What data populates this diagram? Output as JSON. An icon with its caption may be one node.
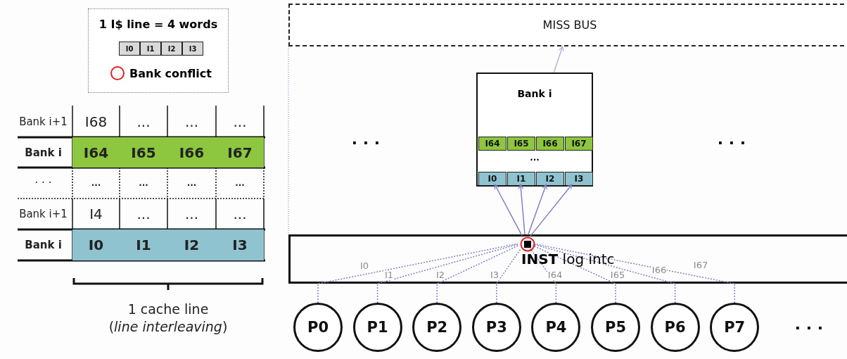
{
  "diagram": {
    "nodes": [
      {
        "text": [
          "1 I$ line = 4 words",
          "Bank conflict"
        ]
      },
      {
        "text": [
          "I0"
        ],
        "in": 0
      },
      {
        "text": [
          "I1"
        ],
        "in": 0
      },
      {
        "text": [
          "I2"
        ],
        "in": 0
      },
      {
        "text": [
          "I3"
        ],
        "in": 0
      },
      {
        "text": [
          "MISS BUS"
        ]
      },
      {
        "text": [
          "Bank i",
          "..."
        ]
      },
      {
        "text": [
          "I64"
        ],
        "in": 6
      },
      {
        "text": [
          "I65"
        ],
        "in": 6
      },
      {
        "text": [
          "I66"
        ],
        "in": 6
      },
      {
        "text": [
          "I67"
        ],
        "in": 6
      },
      {
        "text": [
          "I0"
        ],
        "in": 6
      },
      {
        "text": [
          "I1"
        ],
        "in": 6
      },
      {
        "text": [
          "I2"
        ],
        "in": 6
      },
      {
        "text": [
          "I3"
        ],
        "in": 6
      },
      {
        "text": [
          "**INST** log intc"
        ]
      },
      {
        "text": [],
        "shape": "circle",
        "in": 15
      },
      {
        "text": [
          "P0"
        ]
      },
      {
        "text": [
          "P1"
        ]
      },
      {
        "text": [
          "P2"
        ]
      },
      {
        "text": [
          "P3"
        ]
      },
      {
        "text": [
          "P4"
        ]
      },
      {
        "text": [
          "P5"
        ]
      },
      {
        "text": [
          "P6"
        ]
      },
      {
        "text": [
          "P7"
        ]
      }
    ],
    "edges": [
      {
        "from": 6,
        "to": 5,
        "arrow": "to",
        "color": "#b4b4d4"
      },
      {
        "from": 16,
        "to": 11,
        "arrow": "to"
      },
      {
        "from": 16,
        "to": 12,
        "arrow": "to"
      },
      {
        "from": 16,
        "to": 13,
        "arrow": "to"
      },
      {
        "from": 16,
        "to": 14,
        "arrow": "to"
      },
      {
        "from": 17,
        "to": 16,
        "arrow": "none",
        "label": "I0",
        "style": "dashed"
      },
      {
        "from": 18,
        "to": 16,
        "arrow": "none",
        "label": "I1",
        "style": "dashed"
      },
      {
        "from": 19,
        "to": 16,
        "arrow": "none",
        "label": "I2",
        "style": "dashed"
      },
      {
        "from": 20,
        "to": 16,
        "arrow": "none",
        "label": "I3",
        "style": "dashed"
      },
      {
        "from": 21,
        "to": 16,
        "arrow": "none",
        "label": "I64",
        "style": "dashed"
      },
      {
        "from": 22,
        "to": 16,
        "arrow": "none",
        "label": "I65",
        "style": "dashed"
      },
      {
        "from": 23,
        "to": 16,
        "arrow": "none",
        "label": "I66",
        "style": "dashed"
      },
      {
        "from": 24,
        "to": 16,
        "arrow": "none",
        "label": "I67",
        "style": "dashed"
      }
    ],
    "labels": [
      "Bank i+1",
      "I68",
      "...",
      "...",
      "...",
      "Bank i",
      "I64",
      "I65",
      "I66",
      "I67",
      "· · ·",
      "...",
      "...",
      "...",
      "...",
      "Bank i+1",
      "I4",
      "...",
      "...",
      "...",
      "Bank i",
      "I0",
      "I1",
      "I2",
      "I3",
      "1 cache line",
      "(*line interleaving*)",
      "· · ·",
      "· · ·",
      "· · ·"
    ]
  }
}
